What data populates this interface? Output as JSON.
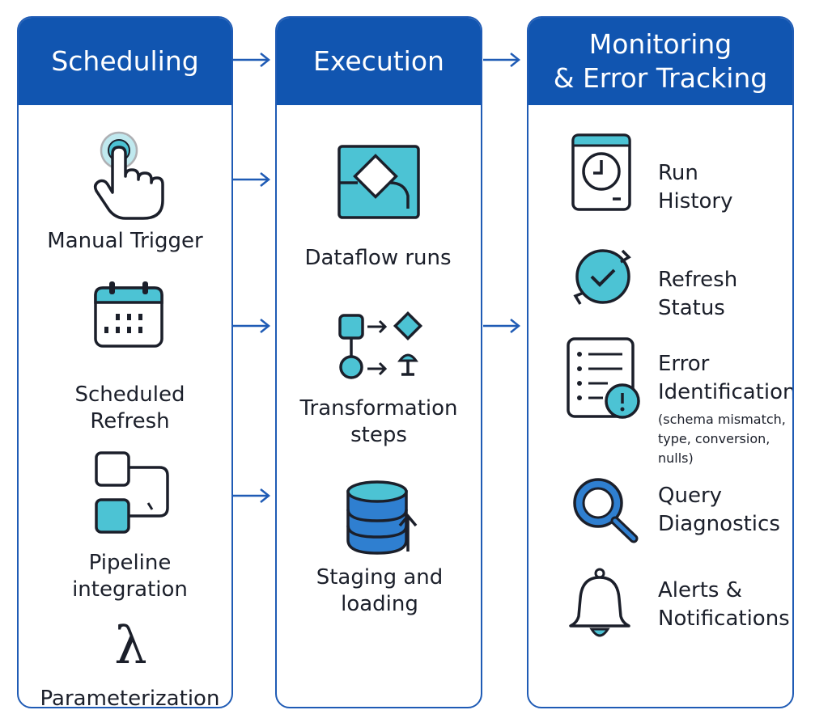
{
  "columns": {
    "scheduling": {
      "title": "Scheduling",
      "items": [
        {
          "label": "Manual Trigger",
          "icon": "hand-pointer-icon"
        },
        {
          "label_line1": "Scheduled",
          "label_line2": "Refresh",
          "icon": "calendar-icon"
        },
        {
          "label_line1": "Pipeline",
          "label_line2": "integration",
          "icon": "pipeline-icon"
        },
        {
          "label": "Parameterization",
          "icon": "lambda-icon",
          "glyph": "λ"
        }
      ]
    },
    "execution": {
      "title": "Execution",
      "items": [
        {
          "label": "Dataflow runs",
          "icon": "dataflow-icon"
        },
        {
          "label_line1": "Transformation",
          "label_line2": "steps",
          "icon": "transformation-icon"
        },
        {
          "label_line1": "Staging and",
          "label_line2": "loading",
          "icon": "database-icon"
        }
      ]
    },
    "monitoring": {
      "title_line1": "Monitoring",
      "title_line2": "& Error Tracking",
      "items": [
        {
          "label_line1": "Run",
          "label_line2": "History",
          "icon": "clock-document-icon"
        },
        {
          "label_line1": "Refresh",
          "label_line2": "Status",
          "icon": "refresh-check-icon"
        },
        {
          "label_line1": "Error",
          "label_line2": "Identification",
          "note_line1": "(schema mismatch,",
          "note_line2": "type, conversion,",
          "note_line3": "nulls)",
          "icon": "error-list-icon"
        },
        {
          "label_line1": "Query",
          "label_line2": "Diagnostics",
          "icon": "magnifier-icon"
        },
        {
          "label_line1": "Alerts &",
          "label_line2": "Notifications",
          "icon": "bell-icon"
        }
      ]
    }
  },
  "colors": {
    "header": "#1155b0",
    "border": "#1f5bb5",
    "accent_teal": "#4cc3d4",
    "accent_blue": "#2f7fd0",
    "ink": "#1b1f2a"
  }
}
